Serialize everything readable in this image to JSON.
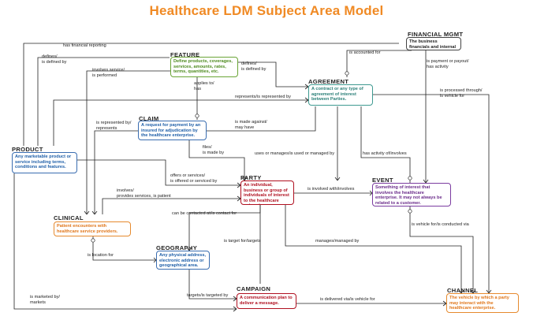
{
  "title": "Healthcare LDM Subject Area Model",
  "entities": {
    "financial_mgmt": {
      "label": "FINANCIAL MGMT",
      "desc": "The business financials and internal accounting."
    },
    "feature": {
      "label": "FEATURE",
      "desc": "Define products, coverages, services, amounts, rates, terms, quantities, etc."
    },
    "agreement": {
      "label": "AGREEMENT",
      "desc": "A contract or any type of agreement of interest between Parties."
    },
    "claim": {
      "label": "CLAIM",
      "desc": "A request for payment by an insured for adjudication by the healthcare enterprise."
    },
    "product": {
      "label": "PRODUCT",
      "desc": "Any marketable product or service including terms, conditions and features."
    },
    "party": {
      "label": "PARTY",
      "desc": "An individual, business or group of individuals of interest to the healthcare enterprise."
    },
    "event": {
      "label": "EVENT",
      "desc": "Something of interest that involves the healthcare enterprise. It may not always be related to a customer."
    },
    "clinical": {
      "label": "CLINICAL",
      "desc": "Patient encounters with healthcare service providers."
    },
    "geography": {
      "label": "GEOGRAPHY",
      "desc": "Any physical address, electronic address or geographical area."
    },
    "campaign": {
      "label": "CAMPAIGN",
      "desc": "A communication plan to deliver a message."
    },
    "channel": {
      "label": "CHANNEL",
      "desc": "The vehicle by which a party may interact with the healthcare enterprise."
    }
  },
  "relationships": {
    "has_financial_reporting": "has financial reporting",
    "defines_defined": "defines/\nis defined by",
    "defines_defined_2": "defines/\nis defined by",
    "involves_service": "involves service/\nis performed",
    "is_accounted_for": "is accounted for",
    "is_payment_or_payout": "is payment or payout/\nhas activity",
    "applies_to": "applies to/\nhas",
    "represents": "represents/is represented by",
    "is_processed_through": "is processed through/\nis vehicle for",
    "is_represented_by": "is represented by/\nrepresents",
    "is_made_against": "is made against/\nmay have",
    "files_made_by": "files/\nis made by",
    "uses_or_manages": "uses or manages/is used or managed by",
    "has_activity_of": "has activity of/involves",
    "offers_or_services": "offers or services/\nis offered or serviced by",
    "involves_provides": "involves/\nprovides services, is patient",
    "is_involved_with": "is involved with/involves",
    "can_be_contacted": "can be contacted at/is contact for",
    "is_vehicle_for": "is vehicle for/is conducted via",
    "is_location_for": "is location for",
    "is_target_for": "is target for/targets",
    "manages_managed": "manages/managed by",
    "is_marketed_by": "is marketed by/\nmarkets",
    "targets_targeted": "targets/is targeted by",
    "is_delivered_via": "is delivered via/is vehicle for"
  },
  "colors": {
    "title": "#f08a24",
    "blue": "#1f5fa8",
    "green": "#4d8a1e",
    "teal": "#2a7f78",
    "red": "#b01020",
    "purple": "#6a2b8a",
    "orange": "#e0761a",
    "line": "#222222"
  }
}
